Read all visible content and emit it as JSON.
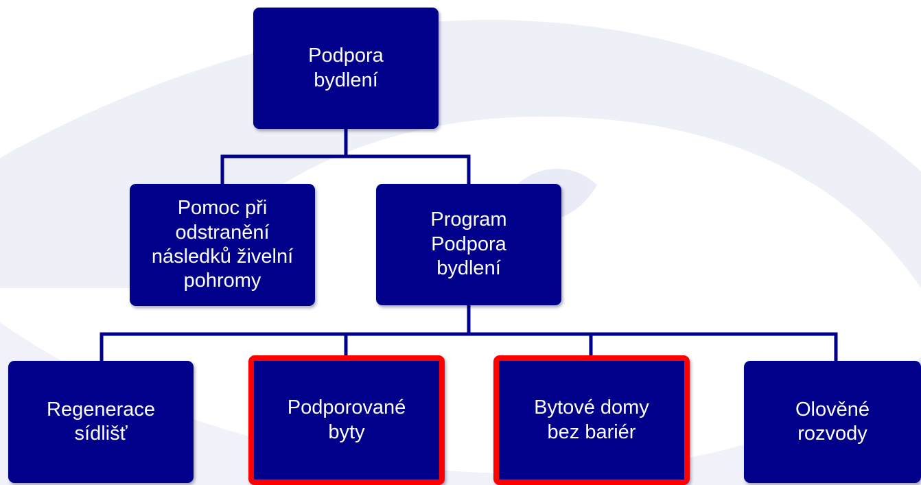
{
  "org_chart": {
    "root": {
      "text": "Podpora\nbydlení"
    },
    "level2": [
      {
        "text": "Pomoc při\nodstranění\nnásledků živelní\npohromy"
      },
      {
        "text": "Program\nPodpora\nbydlení"
      }
    ],
    "level3": [
      {
        "text": "Regenerace\nsídlišť",
        "highlighted": false
      },
      {
        "text": "Podporované\nbyty",
        "highlighted": true
      },
      {
        "text": "Bytové domy\nbez bariér",
        "highlighted": true
      },
      {
        "text": "Olověné\nrozvody",
        "highlighted": false
      }
    ]
  },
  "colors": {
    "box_fill": "#00008b",
    "connector": "#00008b",
    "highlight_border": "#ff0000",
    "text": "#ffffff",
    "background_watermark": "#eef0f8"
  }
}
